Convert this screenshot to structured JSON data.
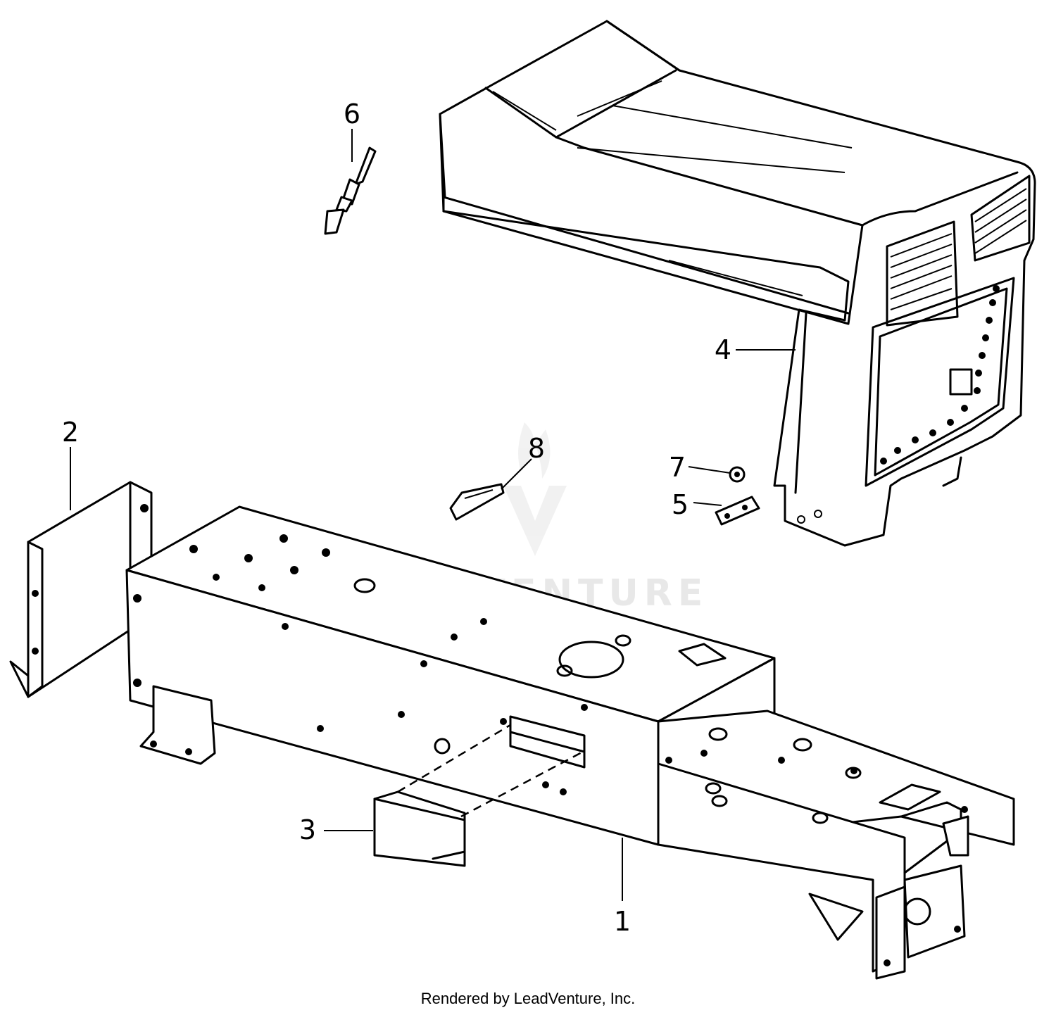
{
  "callouts": [
    {
      "id": "1",
      "label": "1"
    },
    {
      "id": "2",
      "label": "2"
    },
    {
      "id": "3",
      "label": "3"
    },
    {
      "id": "4",
      "label": "4"
    },
    {
      "id": "5",
      "label": "5"
    },
    {
      "id": "6",
      "label": "6"
    },
    {
      "id": "7",
      "label": "7"
    },
    {
      "id": "8",
      "label": "8"
    }
  ],
  "watermark": {
    "text": "LEADVENTURE"
  },
  "footer": {
    "credit": "Rendered by LeadVenture, Inc."
  },
  "colors": {
    "line": "#000000",
    "background": "#ffffff",
    "watermark": "#e8e8e8"
  }
}
